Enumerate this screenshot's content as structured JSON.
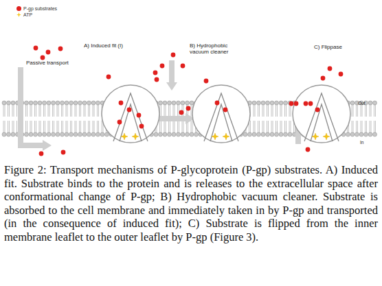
{
  "diagram": {
    "caption": "Figure 2: Transport mechanisms of P-glycoprotein (P-gp) substrates. A) Induced fit. Substrate binds to the protein and is releases to the extracellular space after conformational change of P-gp; B) Hydrophobic vacuum cleaner. Substrate is absorbed to the cell membrane and immediately taken in by P-gp and transported (in the consequence of induced fit); C) Substrate is flipped from the inner membrane leaflet to the outer leaflet by P-gp (Figure 3).",
    "labels": [
      "A) Induced fit (I)",
      "Passive transport",
      "B) Hydrophobic vacuum cleaner",
      "C) Flippase",
      "Out",
      "In"
    ],
    "legend": [
      {
        "text": "P-gp substrates",
        "color": "#e0201e"
      },
      {
        "text": "ATP",
        "color": "#f5c518"
      }
    ]
  }
}
